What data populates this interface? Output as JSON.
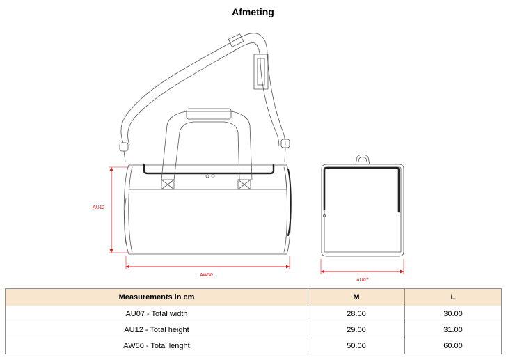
{
  "page": {
    "title": "Afmeting"
  },
  "dimensions": {
    "height_code": "AU12",
    "length_code": "AW50",
    "width_code": "AU07"
  },
  "colors": {
    "dimension_line": "#e0191c",
    "table_header_bg": "#f8e6cf",
    "table_border": "#8f8f8f"
  },
  "table": {
    "headers": [
      "Measurements in cm",
      "M",
      "L"
    ],
    "rows": [
      [
        "AU07 - Total width",
        "28.00",
        "30.00"
      ],
      [
        "AU12 - Total height",
        "29.00",
        "31.00"
      ],
      [
        "AW50 - Total lenght",
        "50.00",
        "60.00"
      ]
    ]
  }
}
